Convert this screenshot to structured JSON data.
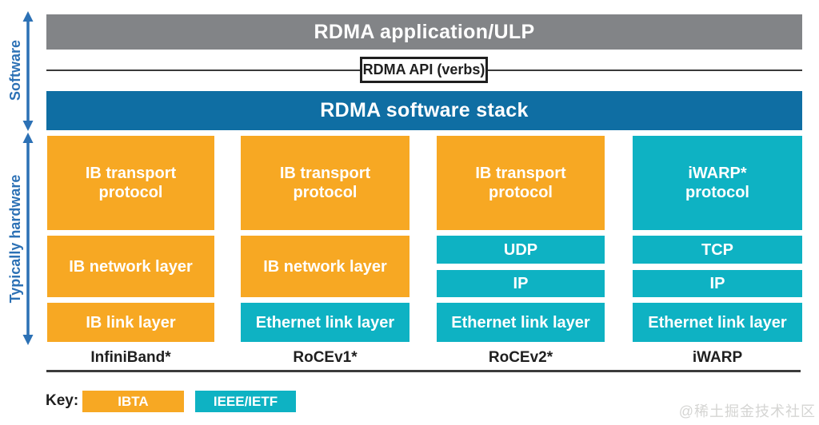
{
  "palette": {
    "orange": "#f7a823",
    "teal": "#0eb2c3",
    "gray": "#828487",
    "blue": "#0f6ea3",
    "arrow": "#2c71b5",
    "ink": "#1f1f1f",
    "watermark": "#d5d5d3"
  },
  "header": {
    "application_bar": "RDMA application/ULP",
    "api_label": "RDMA API (verbs)",
    "stack_bar": "RDMA software stack"
  },
  "side_labels": {
    "software": "Software",
    "hardware": "Typically hardware"
  },
  "columns": [
    {
      "label": "InfiniBand*",
      "boxes": [
        {
          "text": "IB transport\nprotocol"
        },
        {
          "text": "IB network layer"
        },
        {
          "text": "IB link layer"
        }
      ]
    },
    {
      "label": "RoCEv1*",
      "boxes": [
        {
          "text": "IB transport\nprotocol"
        },
        {
          "text": "IB network layer"
        },
        {
          "text": "Ethernet link layer"
        }
      ]
    },
    {
      "label": "RoCEv2*",
      "boxes": [
        {
          "text": "IB transport\nprotocol"
        },
        {
          "text": "UDP"
        },
        {
          "text": "IP"
        },
        {
          "text": "Ethernet link layer"
        }
      ]
    },
    {
      "label": "iWARP",
      "boxes": [
        {
          "text": "iWARP*\nprotocol"
        },
        {
          "text": "TCP"
        },
        {
          "text": "IP"
        },
        {
          "text": "Ethernet link layer"
        }
      ]
    }
  ],
  "key": {
    "label": "Key:",
    "items": [
      {
        "text": "IBTA",
        "color": "orange"
      },
      {
        "text": "IEEE/IETF",
        "color": "teal"
      }
    ]
  },
  "watermark": "@稀土掘金技术社区"
}
